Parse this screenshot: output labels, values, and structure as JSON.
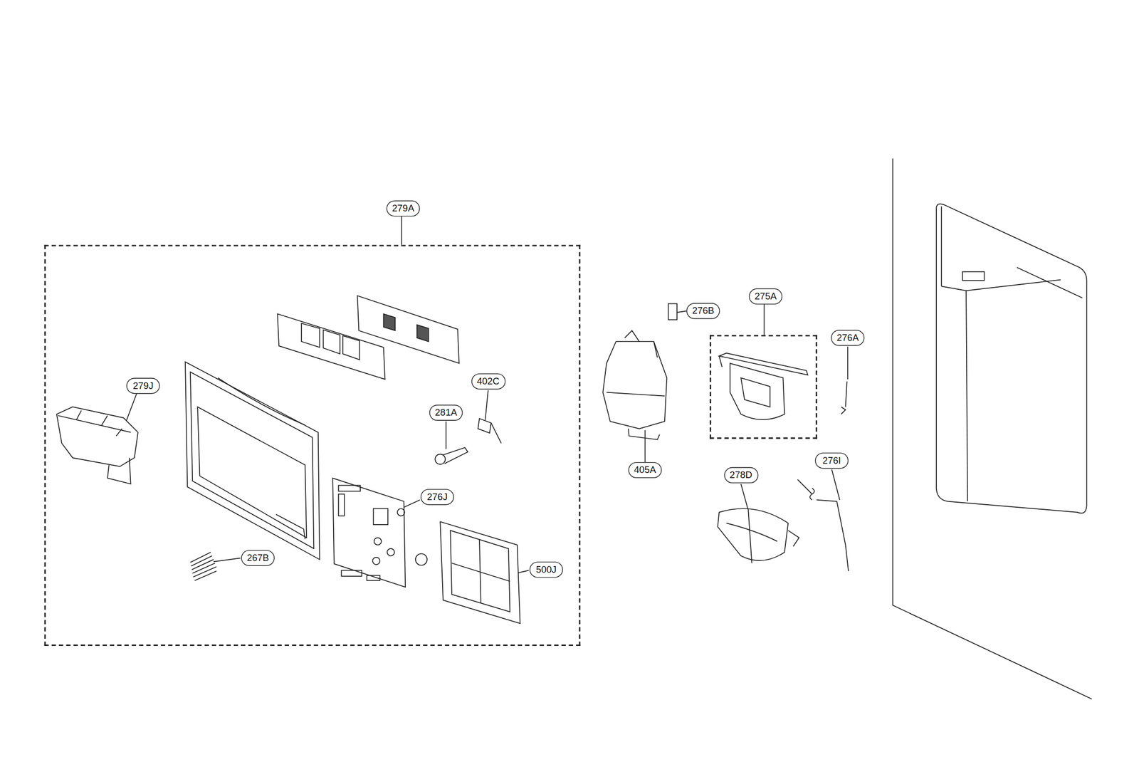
{
  "diagram": {
    "nodes": [
      {
        "text": [
          "279A"
        ]
      },
      {
        "text": [
          "275A"
        ]
      }
    ],
    "labels": [
      "279J",
      "402C",
      "281A",
      "276J",
      "267B",
      "500J",
      "276B",
      "405A",
      "278D",
      "276I",
      "276A"
    ]
  }
}
